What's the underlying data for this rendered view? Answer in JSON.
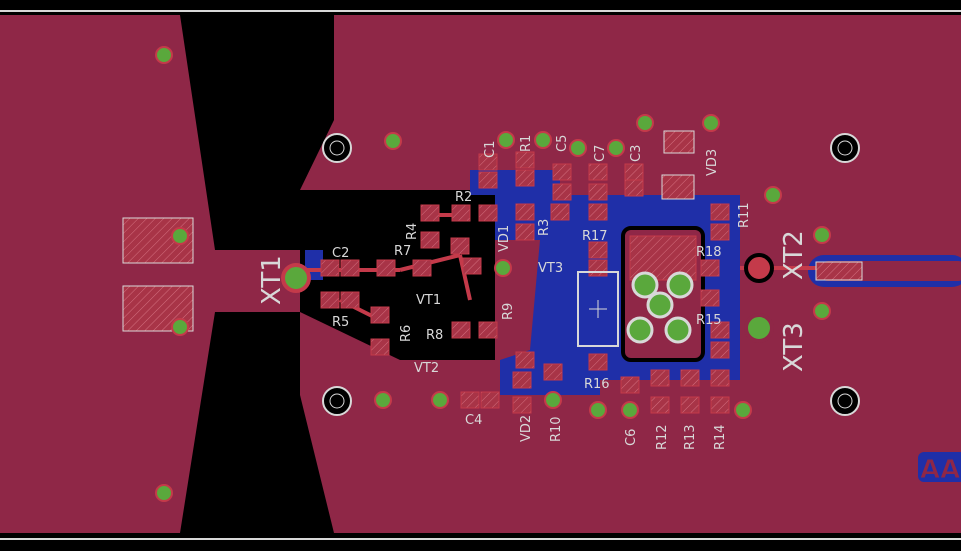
{
  "colors": {
    "background": "#000000",
    "copper_top": "#8f2747",
    "copper_bottom": "#1f2fa8",
    "pad": "#c43a4a",
    "via": "#5aa83c",
    "silkscreen": "#d8d8d8"
  },
  "connectors": [
    {
      "id": "XT1"
    },
    {
      "id": "XT2"
    },
    {
      "id": "XT3"
    }
  ],
  "components": {
    "capacitors": [
      "C1",
      "C2",
      "C3",
      "C4",
      "C5",
      "C6",
      "C7"
    ],
    "resistors": [
      "R1",
      "R2",
      "R3",
      "R4",
      "R5",
      "R6",
      "R7",
      "R8",
      "R9",
      "R10",
      "R11",
      "R12",
      "R13",
      "R14",
      "R15",
      "R16",
      "R17",
      "R18"
    ],
    "diodes": [
      "VD1",
      "VD2",
      "VD3"
    ],
    "transistors": [
      "VT1",
      "VT2",
      "VT3"
    ]
  },
  "logo_text": "AA"
}
